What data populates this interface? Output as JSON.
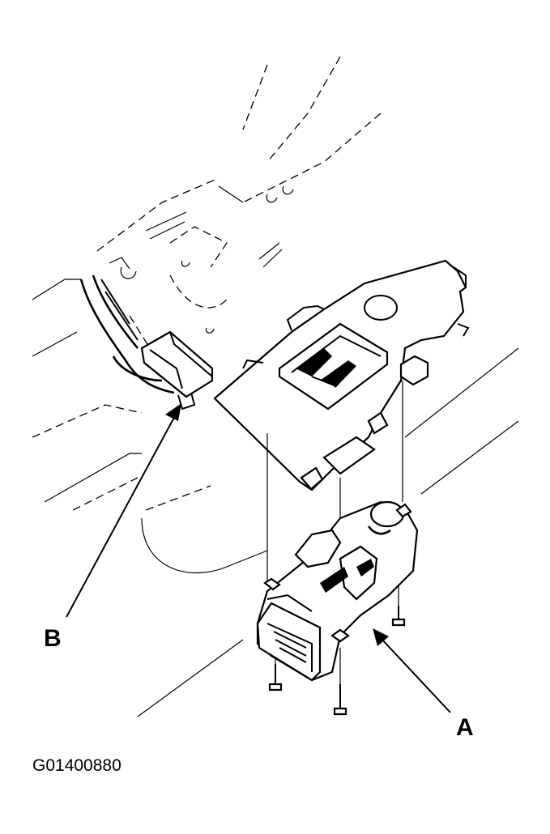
{
  "callouts": {
    "a": "A",
    "b": "B"
  },
  "figure_code": "G01400880"
}
